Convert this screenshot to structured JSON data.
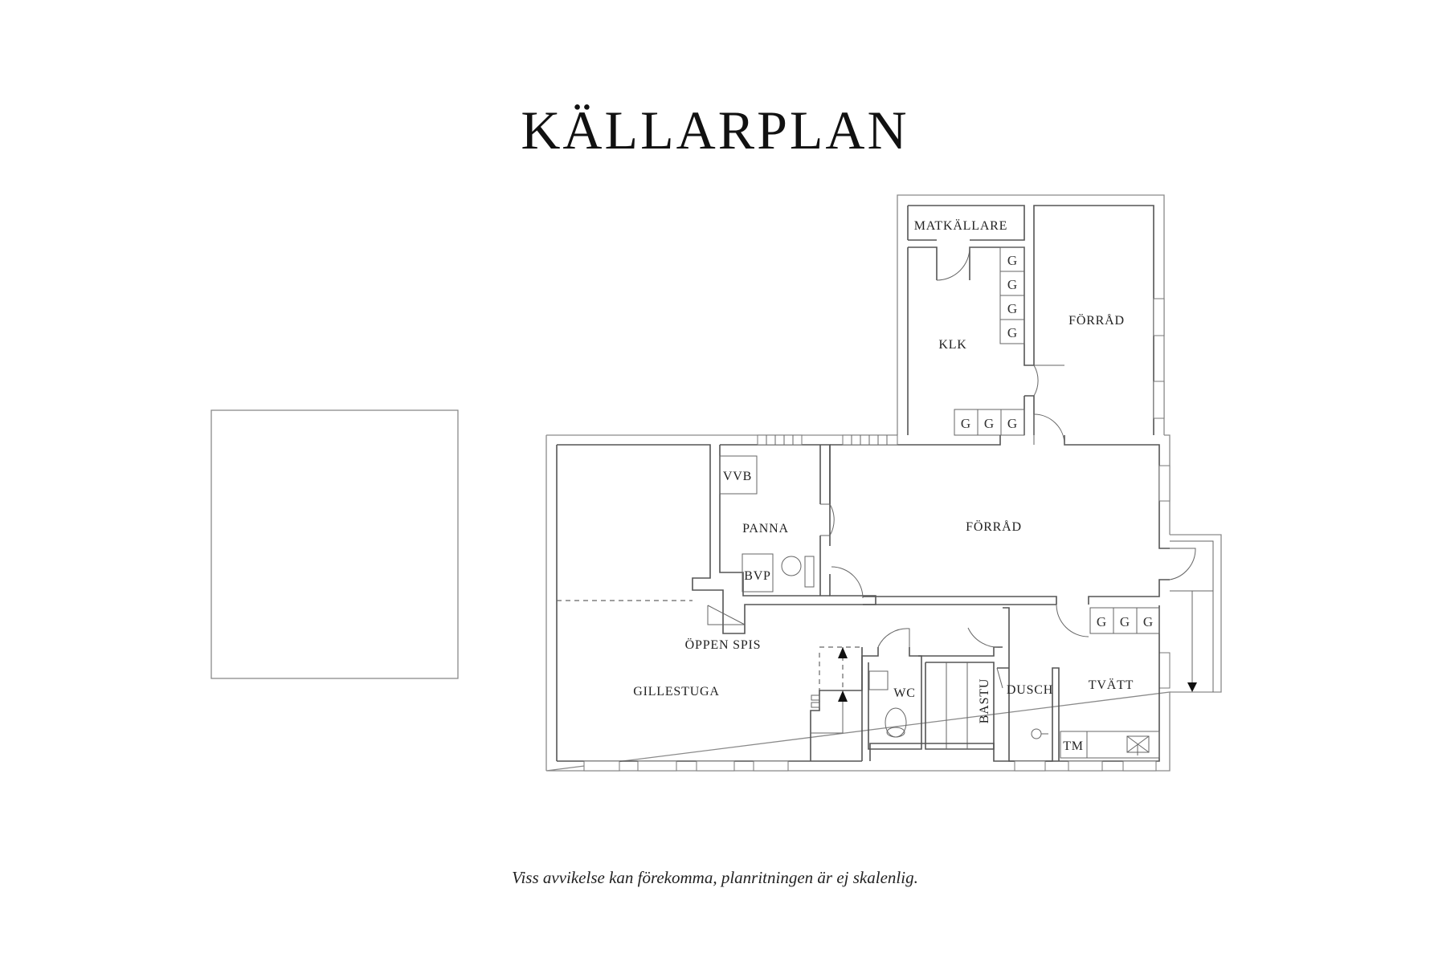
{
  "title": "KÄLLARPLAN",
  "caption": "Viss avvikelse kan förekomma, planritningen är ej skalenlig.",
  "colors": {
    "background": "#ffffff",
    "line": "#555555",
    "text": "#222222"
  },
  "rooms": {
    "matkallare": "MATKÄLLARE",
    "klk": "KLK",
    "forrad_upper": "FÖRRÅD",
    "forrad_main": "FÖRRÅD",
    "panna": "PANNA",
    "vvb": "VVB",
    "bvp": "BVP",
    "oppen_spis": "ÖPPEN SPIS",
    "gillestuga": "GILLESTUGA",
    "wc": "WC",
    "bastu": "BASTU",
    "dusch": "DUSCH",
    "tvatt": "TVÄTT",
    "tm": "TM"
  },
  "storage_marker": "G",
  "storage_counts": {
    "klk_column": 4,
    "klk_row": 3,
    "tvatt_row": 3
  },
  "icons": {
    "stair_arrow": "triangle-arrow",
    "window": "window-symbol",
    "door": "door-swing-arc",
    "floor_drain": "floor-drain-symbol"
  }
}
